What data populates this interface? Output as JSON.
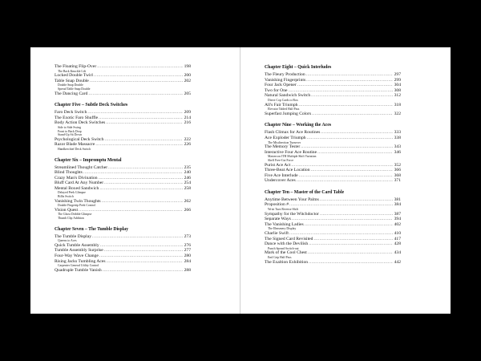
{
  "left_page": {
    "top_entries": [
      {
        "title": "The Floating Flip-Over",
        "page": "198",
        "subs": [
          "The Back Knuckle Lift"
        ]
      },
      {
        "title": "Locked Double Twirl",
        "page": "200",
        "subs": []
      },
      {
        "title": "Table Snap Double",
        "page": "202",
        "subs": [
          "Double Snap Double",
          "Spread Table Snap Double"
        ]
      },
      {
        "title": "The Dancing Card",
        "page": "205",
        "subs": []
      }
    ],
    "chapters": [
      {
        "heading": "Chapter Five – Subtle Deck Switches",
        "entries": [
          {
            "title": "Faro Deck Switch",
            "page": "209",
            "subs": []
          },
          {
            "title": "The Exotic Faro Shuffle",
            "page": "214",
            "subs": []
          },
          {
            "title": "Body Action Deck Switches",
            "page": "216",
            "subs": [
              "Side to Side Swing",
              "Front to Back Drop",
              "Stand-Up Sit Down"
            ]
          },
          {
            "title": "Psychological Deck Switch",
            "page": "222",
            "subs": []
          },
          {
            "title": "Razor Blade Massacre",
            "page": "226",
            "subs": [
              "Handkerchief Deck Switch"
            ]
          }
        ]
      },
      {
        "heading": "Chapter Six – Impromptu Mental",
        "entries": [
          {
            "title": "Streamlined Thought Catcher",
            "page": "235",
            "subs": []
          },
          {
            "title": "Blind Thoughts",
            "page": "240",
            "subs": []
          },
          {
            "title": "Crazy Man's Divination",
            "page": "246",
            "subs": []
          },
          {
            "title": "Bluff Card At Any Number",
            "page": "254",
            "subs": []
          },
          {
            "title": "Mental Boxed Sandwich",
            "page": "258",
            "subs": [
              "Delayed Peek Glimpse",
              "Billis Switch"
            ]
          },
          {
            "title": "Vanishing Twin Thoughts",
            "page": "262",
            "subs": [
              "Double Fingertip Peek Control"
            ]
          },
          {
            "title": "Vision Quest",
            "page": "266",
            "subs": [
              "The Ghost Dribble Glimpse",
              "Thumb Clip Addition"
            ]
          }
        ]
      },
      {
        "heading": "Chapter Seven – The Tumble Display",
        "entries": [
          {
            "title": "The Tumble Display",
            "page": "273",
            "subs": [
              "Queens to Aces"
            ]
          },
          {
            "title": "Quick Tumble Assembly",
            "page": "276",
            "subs": []
          },
          {
            "title": "Tumble Assembly Surprise",
            "page": "277",
            "subs": []
          },
          {
            "title": "Four-Way Wave Change",
            "page": "280",
            "subs": []
          },
          {
            "title": "Rising Jacks Tumbling Aces",
            "page": "284",
            "subs": [
              "Carpenter General Utility Control"
            ]
          },
          {
            "title": "Quadruple Tumble Vanish",
            "page": "288",
            "subs": []
          }
        ]
      }
    ]
  },
  "right_page": {
    "chapters": [
      {
        "heading": "Chapter Eight – Quick Interludes",
        "entries": [
          {
            "title": "The Fleury Production",
            "page": "297",
            "subs": []
          },
          {
            "title": "Vanishing Fingerprints",
            "page": "299",
            "subs": []
          },
          {
            "title": "Four Jack Opener",
            "page": "304",
            "subs": []
          },
          {
            "title": "Two for One",
            "page": "308",
            "subs": []
          },
          {
            "title": "Natural Sandwich Switch",
            "page": "312",
            "subs": [
              "Direct Cop Cards to Box"
            ]
          },
          {
            "title": "All's Fair Triumph",
            "page": "318",
            "subs": [
              "Elevator Tabled Half Pass"
            ]
          },
          {
            "title": "Superfast Jumping Colors",
            "page": "322",
            "subs": []
          }
        ]
      },
      {
        "heading": "Chapter Nine – Working the Aces",
        "entries": [
          {
            "title": "Flash Climax for Ace Routines",
            "page": "333",
            "subs": []
          },
          {
            "title": "Ace Exploder Triumph",
            "page": "338",
            "subs": [
              "The Misdirection Turnover"
            ]
          },
          {
            "title": "The Memory Tester",
            "page": "343",
            "subs": []
          },
          {
            "title": "Interactive Four Ace Routine",
            "page": "346",
            "subs": [
              "Mastercon ITH Multiple Shift Variation",
              "Shelf Free-Cut Force"
            ]
          },
          {
            "title": "Purist Ace Act",
            "page": "352",
            "subs": []
          },
          {
            "title": "Three-Beat Ace Location",
            "page": "366",
            "subs": []
          },
          {
            "title": "Five Ace Interlude",
            "page": "368",
            "subs": []
          },
          {
            "title": "Undercover Aces",
            "page": "371",
            "subs": []
          }
        ]
      },
      {
        "heading": "Chapter Ten – Master of the Card Table",
        "entries": [
          {
            "title": "Anytime Between Your Palms",
            "page": "381",
            "subs": []
          },
          {
            "title": "Proposition #",
            "page": "384",
            "subs": [
              "Wrist Turn Reverse Shift"
            ]
          },
          {
            "title": "Sympathy for the Witchdoctor",
            "page": "387",
            "subs": []
          },
          {
            "title": "Separate Ways",
            "page": "394",
            "subs": []
          },
          {
            "title": "The Vanishing Ladies",
            "page": "402",
            "subs": [
              "The Elmsmery Display"
            ]
          },
          {
            "title": "Charlie Swift",
            "page": "410",
            "subs": []
          },
          {
            "title": "The Signed Card Revisited",
            "page": "417",
            "subs": []
          },
          {
            "title": "Dance with the Devilish",
            "page": "428",
            "subs": [
              "Punch Spread Switch-out"
            ]
          },
          {
            "title": "Mark of the Cool Chest",
            "page": "434",
            "subs": [
              "End Grip Half Pass"
            ]
          },
          {
            "title": "The Exaltion Exhibition",
            "page": "442",
            "subs": []
          }
        ]
      }
    ]
  }
}
